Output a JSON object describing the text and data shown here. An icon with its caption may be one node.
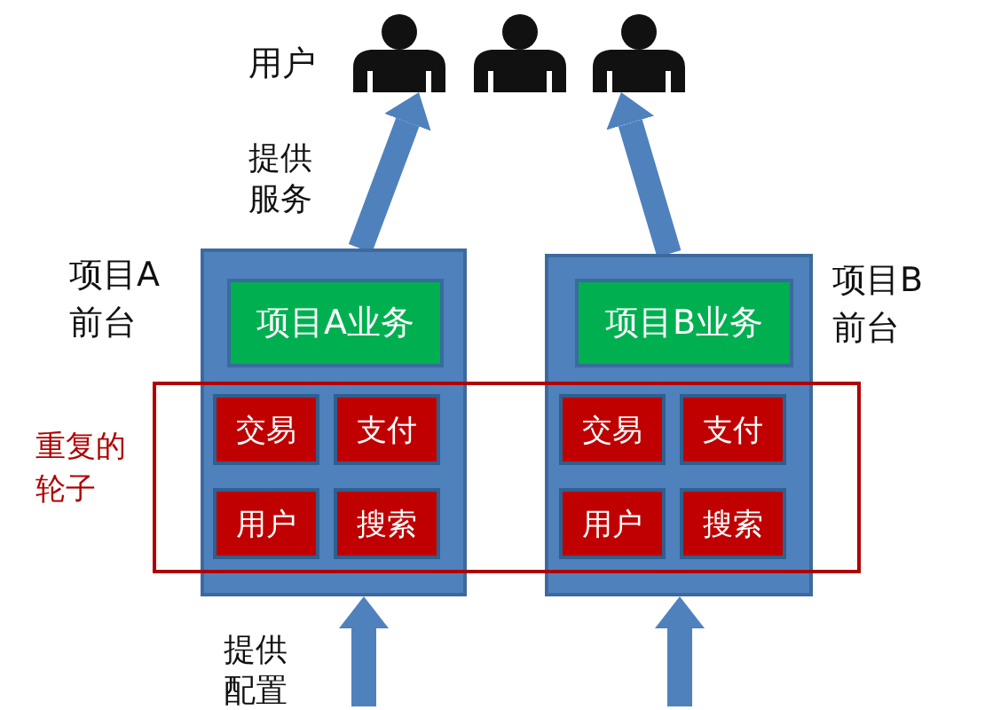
{
  "diagram": {
    "nodes": [
      {
        "text": [],
        "shape": "person"
      },
      {
        "text": [],
        "shape": "person"
      },
      {
        "text": [],
        "shape": "person"
      },
      {
        "text": [
          "项目A前台"
        ]
      },
      {
        "text": [
          "项目A业务"
        ],
        "in": 3
      },
      {
        "text": [
          "交易"
        ]
      },
      {
        "text": [
          "支付"
        ]
      },
      {
        "text": [
          "用户"
        ]
      },
      {
        "text": [
          "搜索"
        ]
      },
      {
        "text": [
          "项目B前台"
        ]
      },
      {
        "text": [
          "项目B业务"
        ],
        "in": 9
      },
      {
        "text": [
          "交易"
        ]
      },
      {
        "text": [
          "支付"
        ]
      },
      {
        "text": [
          "用户"
        ]
      },
      {
        "text": [
          "搜索"
        ]
      },
      {
        "text": [
          "重复的轮子"
        ]
      }
    ],
    "edges": [
      {
        "from": 3,
        "to": 0,
        "arrow": "to",
        "label": "提供服务"
      },
      {
        "from": 9,
        "to": 2,
        "arrow": "to"
      },
      {
        "from": null,
        "to": 3,
        "arrow": "to",
        "label": "提供配置"
      },
      {
        "from": null,
        "to": 9,
        "arrow": "to"
      }
    ],
    "labels": [
      "用户"
    ]
  }
}
